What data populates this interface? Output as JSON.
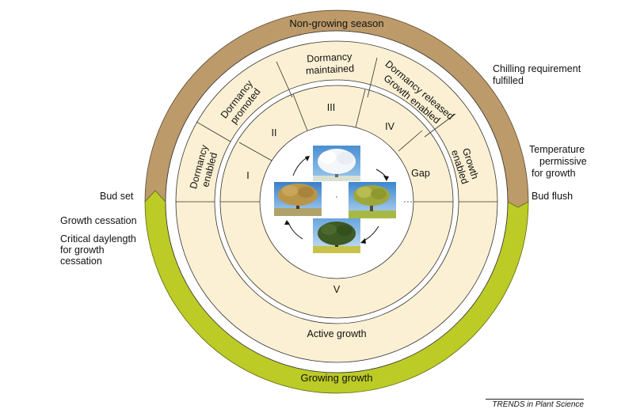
{
  "outer_ring": {
    "top_label": "Non-growing season",
    "bottom_label": "Growing growth",
    "top_color": "#bd9a6a",
    "bottom_color": "#bccb26"
  },
  "dormancy_ring": {
    "segments": [
      {
        "id": "enabled",
        "line1": "Dormancy",
        "line2": "enabled"
      },
      {
        "id": "promoted",
        "line1": "Dormancy",
        "line2": "promoted"
      },
      {
        "id": "maintained",
        "line1": "Dormancy",
        "line2": "maintained"
      },
      {
        "id": "released",
        "line1": "Dormancy released",
        "line2": "Growth enabled"
      },
      {
        "id": "growth",
        "line1": "Growth",
        "line2": "enabled"
      }
    ],
    "bottom_label": "Active growth",
    "fill": "#fbf0d3"
  },
  "phase_ring": {
    "phases": [
      "I",
      "II",
      "III",
      "IV",
      "Gap",
      "V"
    ]
  },
  "side_labels": {
    "chilling": [
      "Chilling requirement",
      "fulfilled"
    ],
    "temperature": [
      "Temperature",
      "permissive",
      "for growth"
    ],
    "bud_flush": "Bud flush",
    "bud_set": "Bud set",
    "growth_cessation": "Growth cessation",
    "critical_daylength": [
      "Critical daylength",
      "for growth",
      "cessation"
    ]
  },
  "trees": [
    {
      "id": "winter",
      "name": "winter-tree"
    },
    {
      "id": "spring",
      "name": "spring-tree"
    },
    {
      "id": "summer",
      "name": "summer-tree"
    },
    {
      "id": "autumn",
      "name": "autumn-tree"
    }
  ],
  "footer": "TRENDS in Plant Science"
}
